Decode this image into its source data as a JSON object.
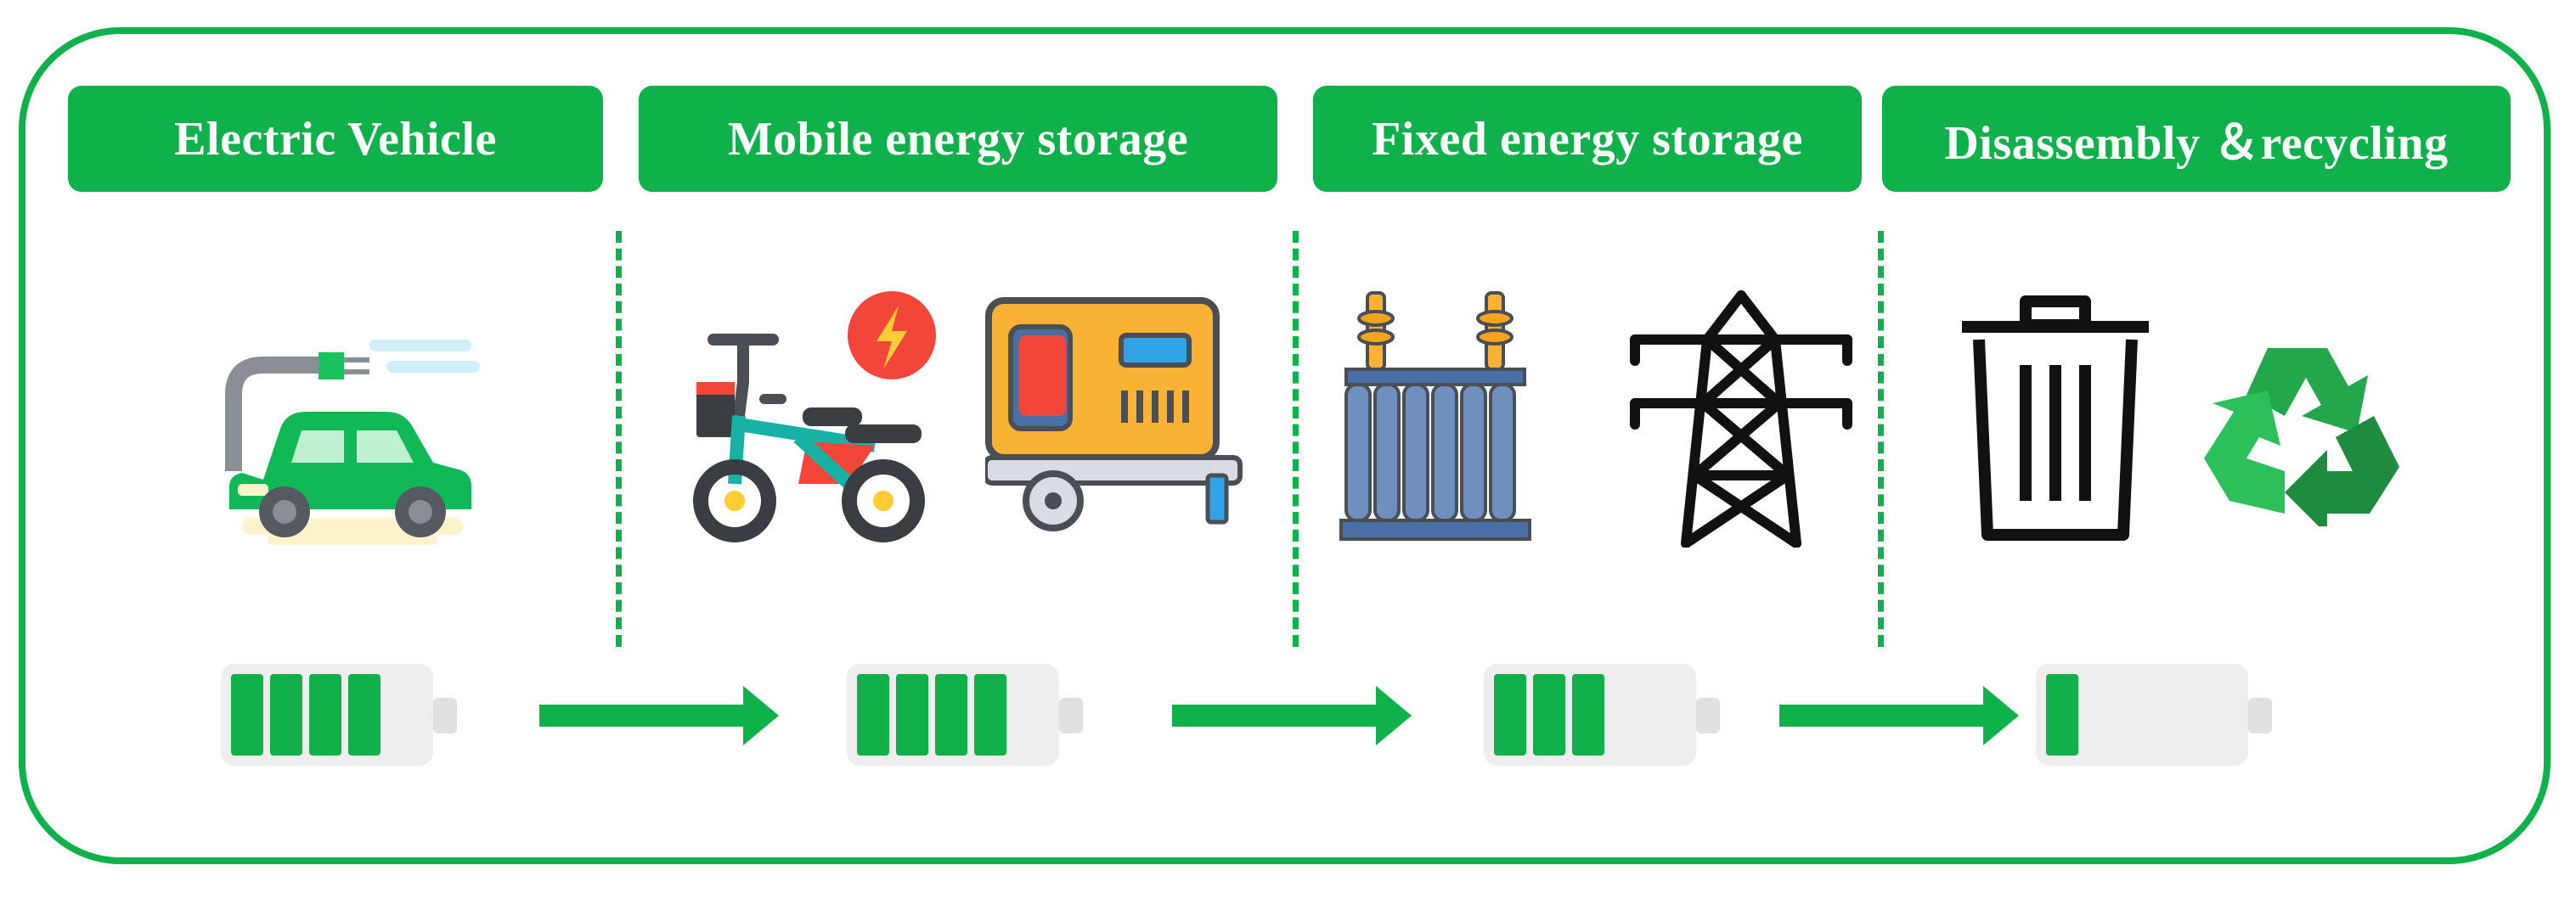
{
  "stages": [
    {
      "label": "Electric Vehicle",
      "icons": [
        "electric-car-icon"
      ],
      "battery_level": 4
    },
    {
      "label": "Mobile energy storage",
      "icons": [
        "electric-scooter-icon",
        "mobile-generator-trailer-icon"
      ],
      "battery_level": 4
    },
    {
      "label": "Fixed energy storage",
      "icons": [
        "transformer-icon",
        "power-pylon-icon"
      ],
      "battery_level": 3
    },
    {
      "label": "Disassembly ＆recycling",
      "icons": [
        "trash-bin-icon",
        "recycle-icon"
      ],
      "battery_level": 1
    }
  ],
  "battery_max_cells": 5,
  "colors": {
    "accent": "#0fb14a",
    "header_text": "#ffffff",
    "battery_body": "#eeeeee",
    "battery_cell": "#12b04a"
  }
}
